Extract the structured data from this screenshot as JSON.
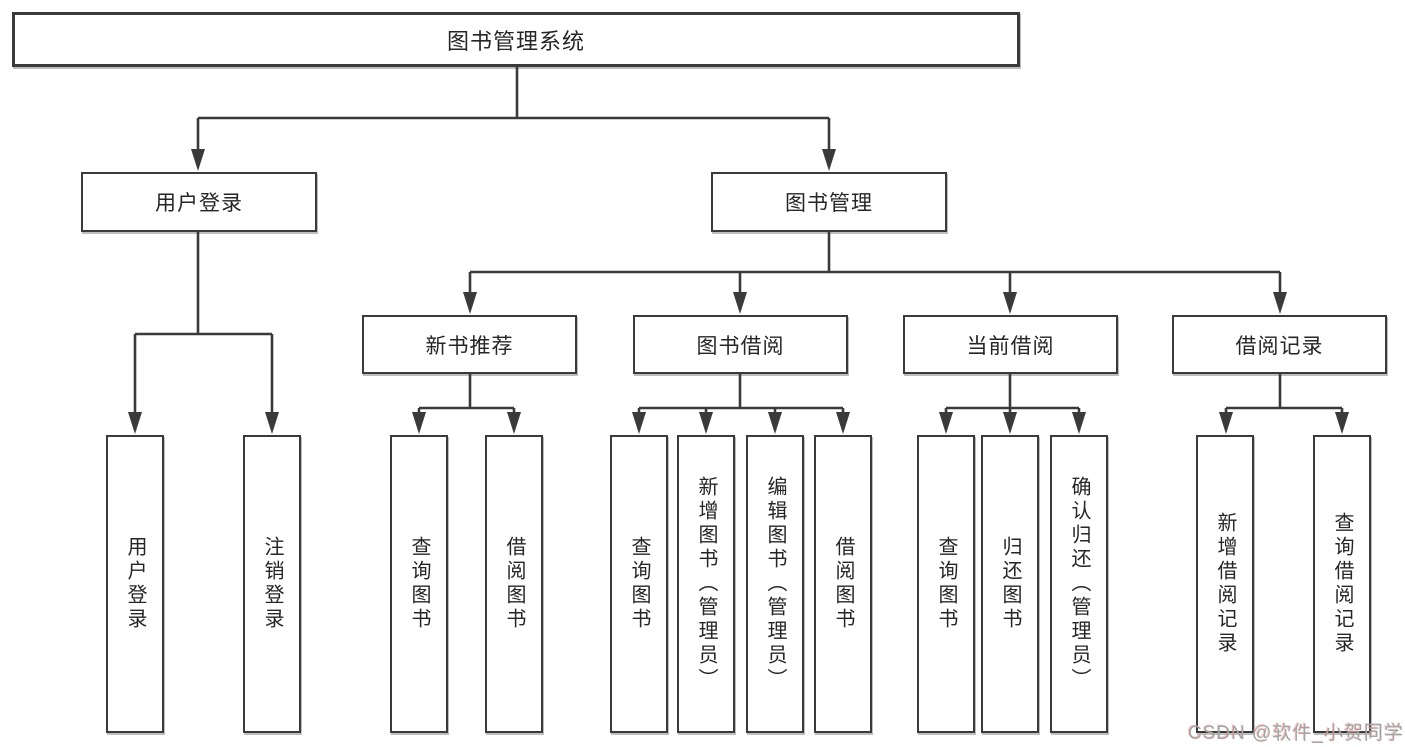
{
  "tree": {
    "root": {
      "label": "图书管理系统"
    },
    "children": [
      {
        "label": "用户登录",
        "children": [
          {
            "label": "用户登录"
          },
          {
            "label": "注销登录"
          }
        ]
      },
      {
        "label": "图书管理",
        "children": [
          {
            "label": "新书推荐",
            "children": [
              {
                "label": "查询图书"
              },
              {
                "label": "借阅图书"
              }
            ]
          },
          {
            "label": "图书借阅",
            "children": [
              {
                "label": "查询图书"
              },
              {
                "label": "新增图书（管理员）"
              },
              {
                "label": "编辑图书（管理员）"
              },
              {
                "label": "借阅图书"
              }
            ]
          },
          {
            "label": "当前借阅",
            "children": [
              {
                "label": "查询图书"
              },
              {
                "label": "归还图书"
              },
              {
                "label": "确认归还（管理员）"
              }
            ]
          },
          {
            "label": "借阅记录",
            "children": [
              {
                "label": "新增借阅记录"
              },
              {
                "label": "查询借阅记录"
              }
            ]
          }
        ]
      }
    ]
  },
  "watermark": {
    "text": "CSDN @软件_小贺同学"
  },
  "colors": {
    "line": "#3a3a3a",
    "text": "#262626",
    "watermark": "#a3a3a3",
    "background": "#ffffff"
  }
}
